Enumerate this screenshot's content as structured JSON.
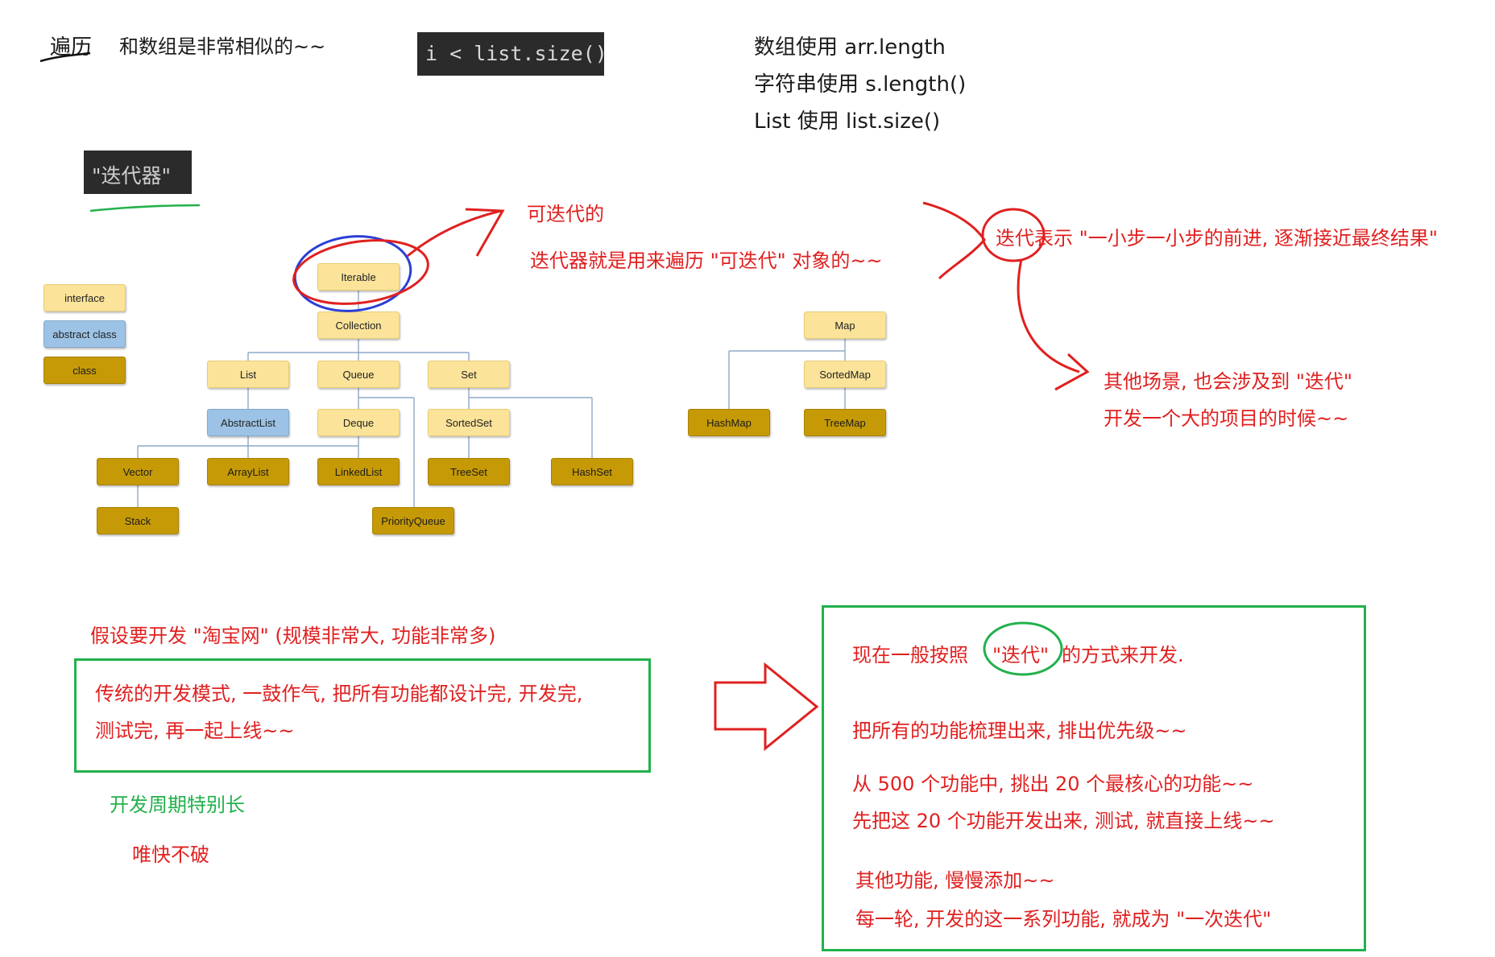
{
  "top": {
    "traverse": "遍历",
    "similar": "和数组是非常相似的~~",
    "code_snippet": "i < list.size()",
    "notes": [
      "数组使用 arr.length",
      "字符串使用 s.length()",
      "List 使用 list.size()"
    ]
  },
  "iterator_label": "\"迭代器\"",
  "annotations": {
    "iterable_cn": "可迭代的",
    "iterator_purpose": "迭代器就是用来遍历 \"可迭代\" 对象的~~",
    "iteration_word": "迭代",
    "iteration_meaning": "表示 \"一小步一小步的前进, 逐渐接近最终结果\"",
    "other_scenes": "其他场景, 也会涉及到 \"迭代\"",
    "big_project": "开发一个大的项目的时候~~"
  },
  "legend": {
    "interface": "interface",
    "abstract": "abstract class",
    "class": "class"
  },
  "diagram_nodes": {
    "iterable": "Iterable",
    "collection": "Collection",
    "list": "List",
    "queue": "Queue",
    "set": "Set",
    "abstractlist": "AbstractList",
    "deque": "Deque",
    "sortedset": "SortedSet",
    "vector": "Vector",
    "arraylist": "ArrayList",
    "linkedlist": "LinkedList",
    "treeset": "TreeSet",
    "hashset": "HashSet",
    "stack": "Stack",
    "priorityqueue": "PriorityQueue",
    "map": "Map",
    "sortedmap": "SortedMap",
    "hashmap": "HashMap",
    "treemap": "TreeMap"
  },
  "bottom_left": {
    "assume": "假设要开发 \"淘宝网\" (规模非常大, 功能非常多)",
    "traditional_1": "传统的开发模式, 一鼓作气, 把所有功能都设计完, 开发完,",
    "traditional_2": "测试完, 再一起上线~~",
    "long_cycle": "开发周期特别长",
    "only_fast": "唯快不破"
  },
  "bottom_right": {
    "now_pre": "现在一般按照",
    "now_word": "\"迭代\"",
    "now_post": "的方式来开发.",
    "sort": "把所有的功能梳理出来, 排出优先级~~",
    "pick": "从 500 个功能中, 挑出 20 个最核心的功能~~",
    "first": "先把这 20 个功能开发出来, 测试, 就直接上线~~",
    "others": "其他功能, 慢慢添加~~",
    "each_round": "每一轮, 开发的这一系列功能, 就成为 \"一次迭代\""
  },
  "colors": {
    "red": "#e02020",
    "green": "#22b14c",
    "blue": "#2a3fd6",
    "interface": "#fbe39a",
    "abstract_class": "#9cc3e5",
    "class": "#c69a06"
  }
}
